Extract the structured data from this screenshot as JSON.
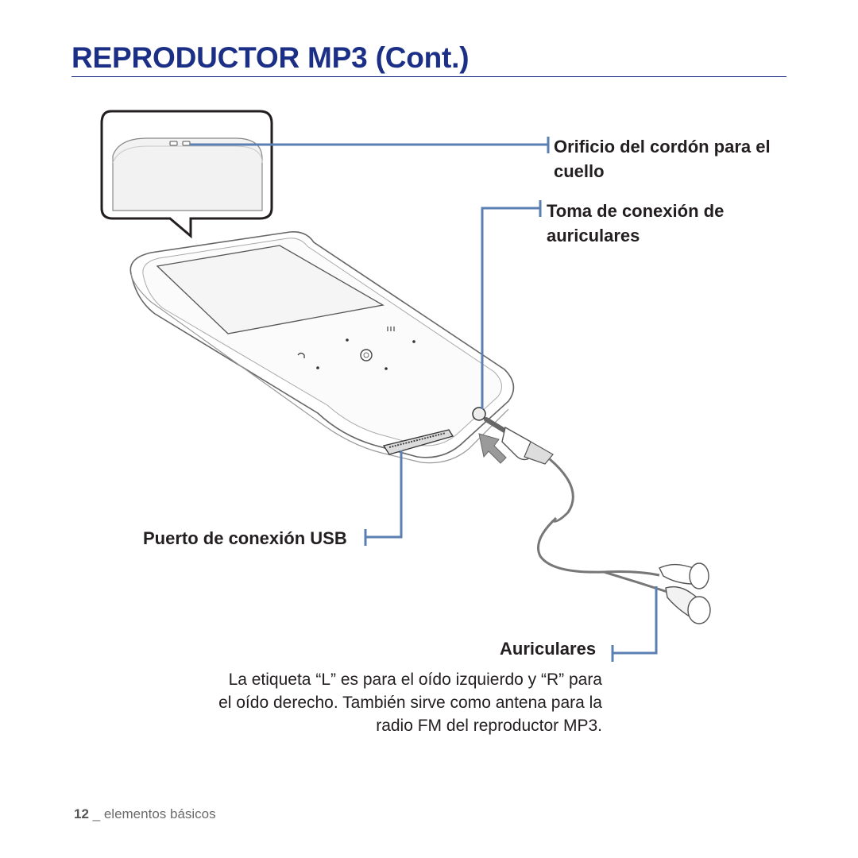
{
  "page": {
    "title": "REPRODUCTOR MP3 (Cont.)",
    "accent_color": "#1b2f86",
    "leader_color": "#5a7fb0"
  },
  "callouts": {
    "lanyard_hole": "Orificio del cordón para el cuello",
    "lanyard_hole_line1": "Orificio del cordón para el",
    "lanyard_hole_line2": "cuello",
    "earphone_jack_line1": "Toma de conexión de",
    "earphone_jack_line2": "auriculares",
    "usb_port": "Puerto de conexión USB",
    "earphones": "Auriculares"
  },
  "earphones_description": {
    "line1": "La etiqueta “L” es para el oído izquierdo y “R” para",
    "line2": "el oído derecho. También sirve como antena para la",
    "line3": "radio FM del reproductor MP3."
  },
  "footer": {
    "page_number": "12",
    "section": "_ elementos básicos"
  },
  "icons": [
    "mp3-player-illustration",
    "zoom-bubble-icon",
    "earphones-illustration",
    "insert-arrow-icon"
  ]
}
